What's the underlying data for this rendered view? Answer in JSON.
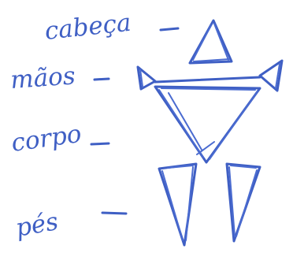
{
  "labels": {
    "head": "cabeça",
    "hands": "mãos",
    "body": "corpo",
    "feet": "pés"
  },
  "colors": {
    "ink": "#3f5fc4",
    "background": "#ffffff"
  }
}
